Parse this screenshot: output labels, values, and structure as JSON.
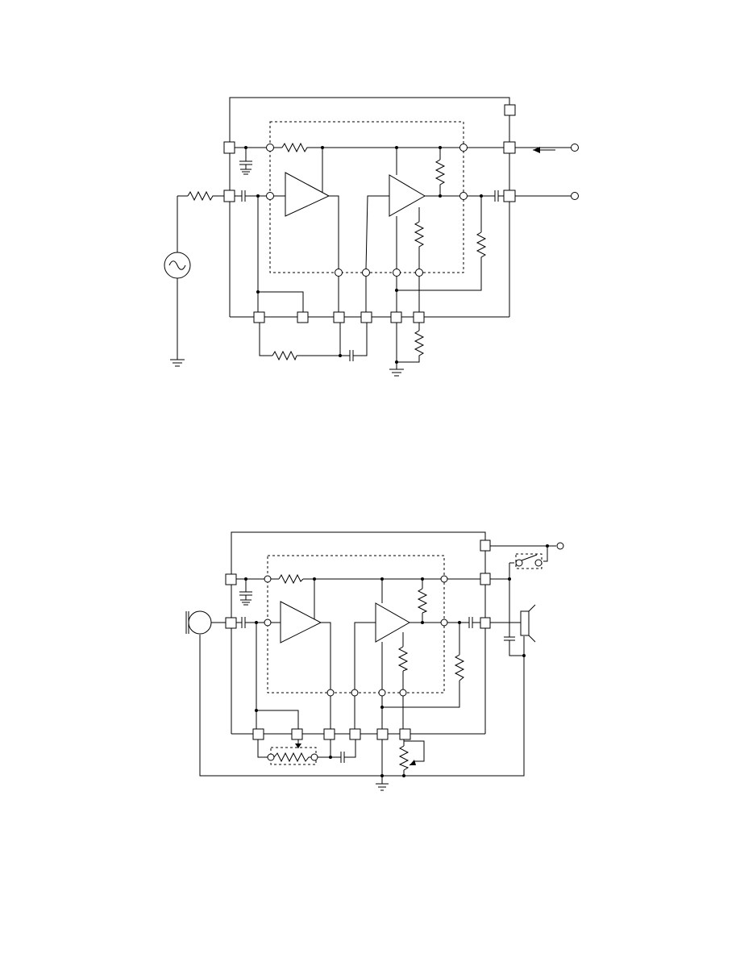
{
  "page": {
    "background": "#ffffff",
    "ink": "#000000"
  },
  "figures": [
    {
      "name": "schematic-upper",
      "kind": "amplifier-circuit-with-signal-generator"
    },
    {
      "name": "schematic-lower",
      "kind": "microphone-amplifier-circuit-with-speaker"
    }
  ],
  "icons": [
    "ac-source-icon",
    "microphone-icon",
    "speaker-icon",
    "ground-icon",
    "switch-icon",
    "arrow-icon"
  ]
}
